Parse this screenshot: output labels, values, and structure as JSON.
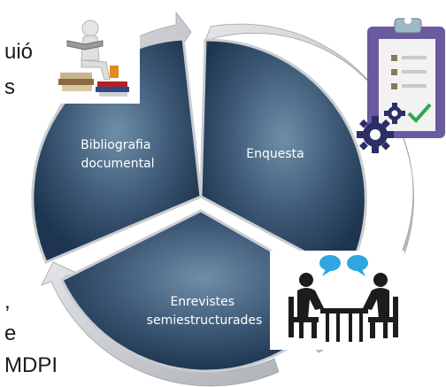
{
  "background_text": {
    "line1": "uió",
    "line2": "s",
    "line3": ",",
    "line4": "e",
    "line5": "MDPI"
  },
  "segments": [
    {
      "label_line1": "Bibliografia",
      "label_line2": "documental"
    },
    {
      "label_line1": "Enquesta",
      "label_line2": ""
    },
    {
      "label_line1": "Enrevistes",
      "label_line2": "semiestructurades"
    }
  ],
  "icons": {
    "reading": "person-reading-books-icon",
    "survey": "clipboard-checklist-gears-icon",
    "interview": "people-talking-at-table-icon"
  },
  "colors": {
    "segment_dark": "#1e3550",
    "segment_light": "#6f8fa8",
    "ring": "#c9ccd0",
    "clipboard": "#6a5aa0",
    "gear": "#2b2f66",
    "check": "#2fa84a",
    "bubble": "#2ea6e0",
    "figure": "#1c1c1c"
  }
}
